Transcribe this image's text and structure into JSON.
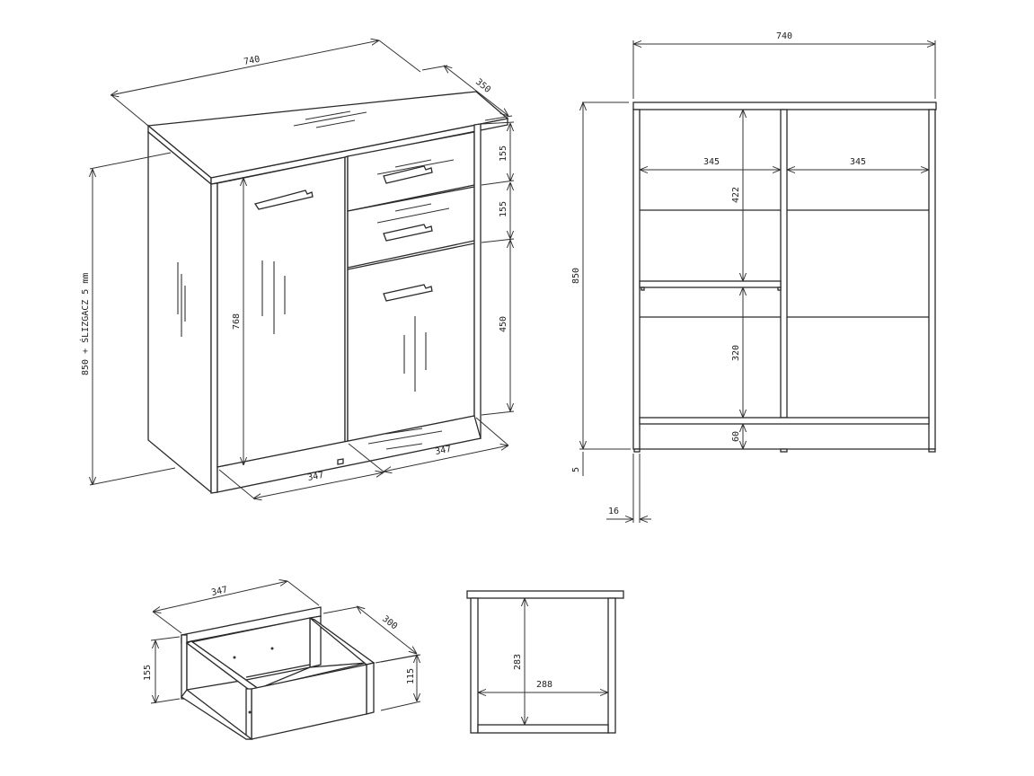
{
  "drawing": {
    "title": "",
    "units": "mm",
    "isometric_view": {
      "width_label": "740",
      "depth_label": "350",
      "height_label": "850 + ŚLIZGACZ 5 mm",
      "door_height_label": "768",
      "drawer1_height_label": "155",
      "drawer2_height_label": "155",
      "lower_door_height_label": "450",
      "left_door_width_label": "347",
      "right_door_width_label": "347"
    },
    "front_view": {
      "width_label": "740",
      "height_label": "850",
      "left_compartment_width_label": "345",
      "right_compartment_width_label": "345",
      "upper_space_height_label": "422",
      "lower_space_height_label": "320",
      "plinth_height_label": "60",
      "glide_height_label": "5",
      "board_thickness_label": "16"
    },
    "drawer_view": {
      "width_label": "347",
      "depth_label": "300",
      "front_height_label": "155",
      "box_height_label": "115"
    },
    "drawer_section_view": {
      "inner_height_label": "283",
      "inner_width_label": "288"
    }
  }
}
